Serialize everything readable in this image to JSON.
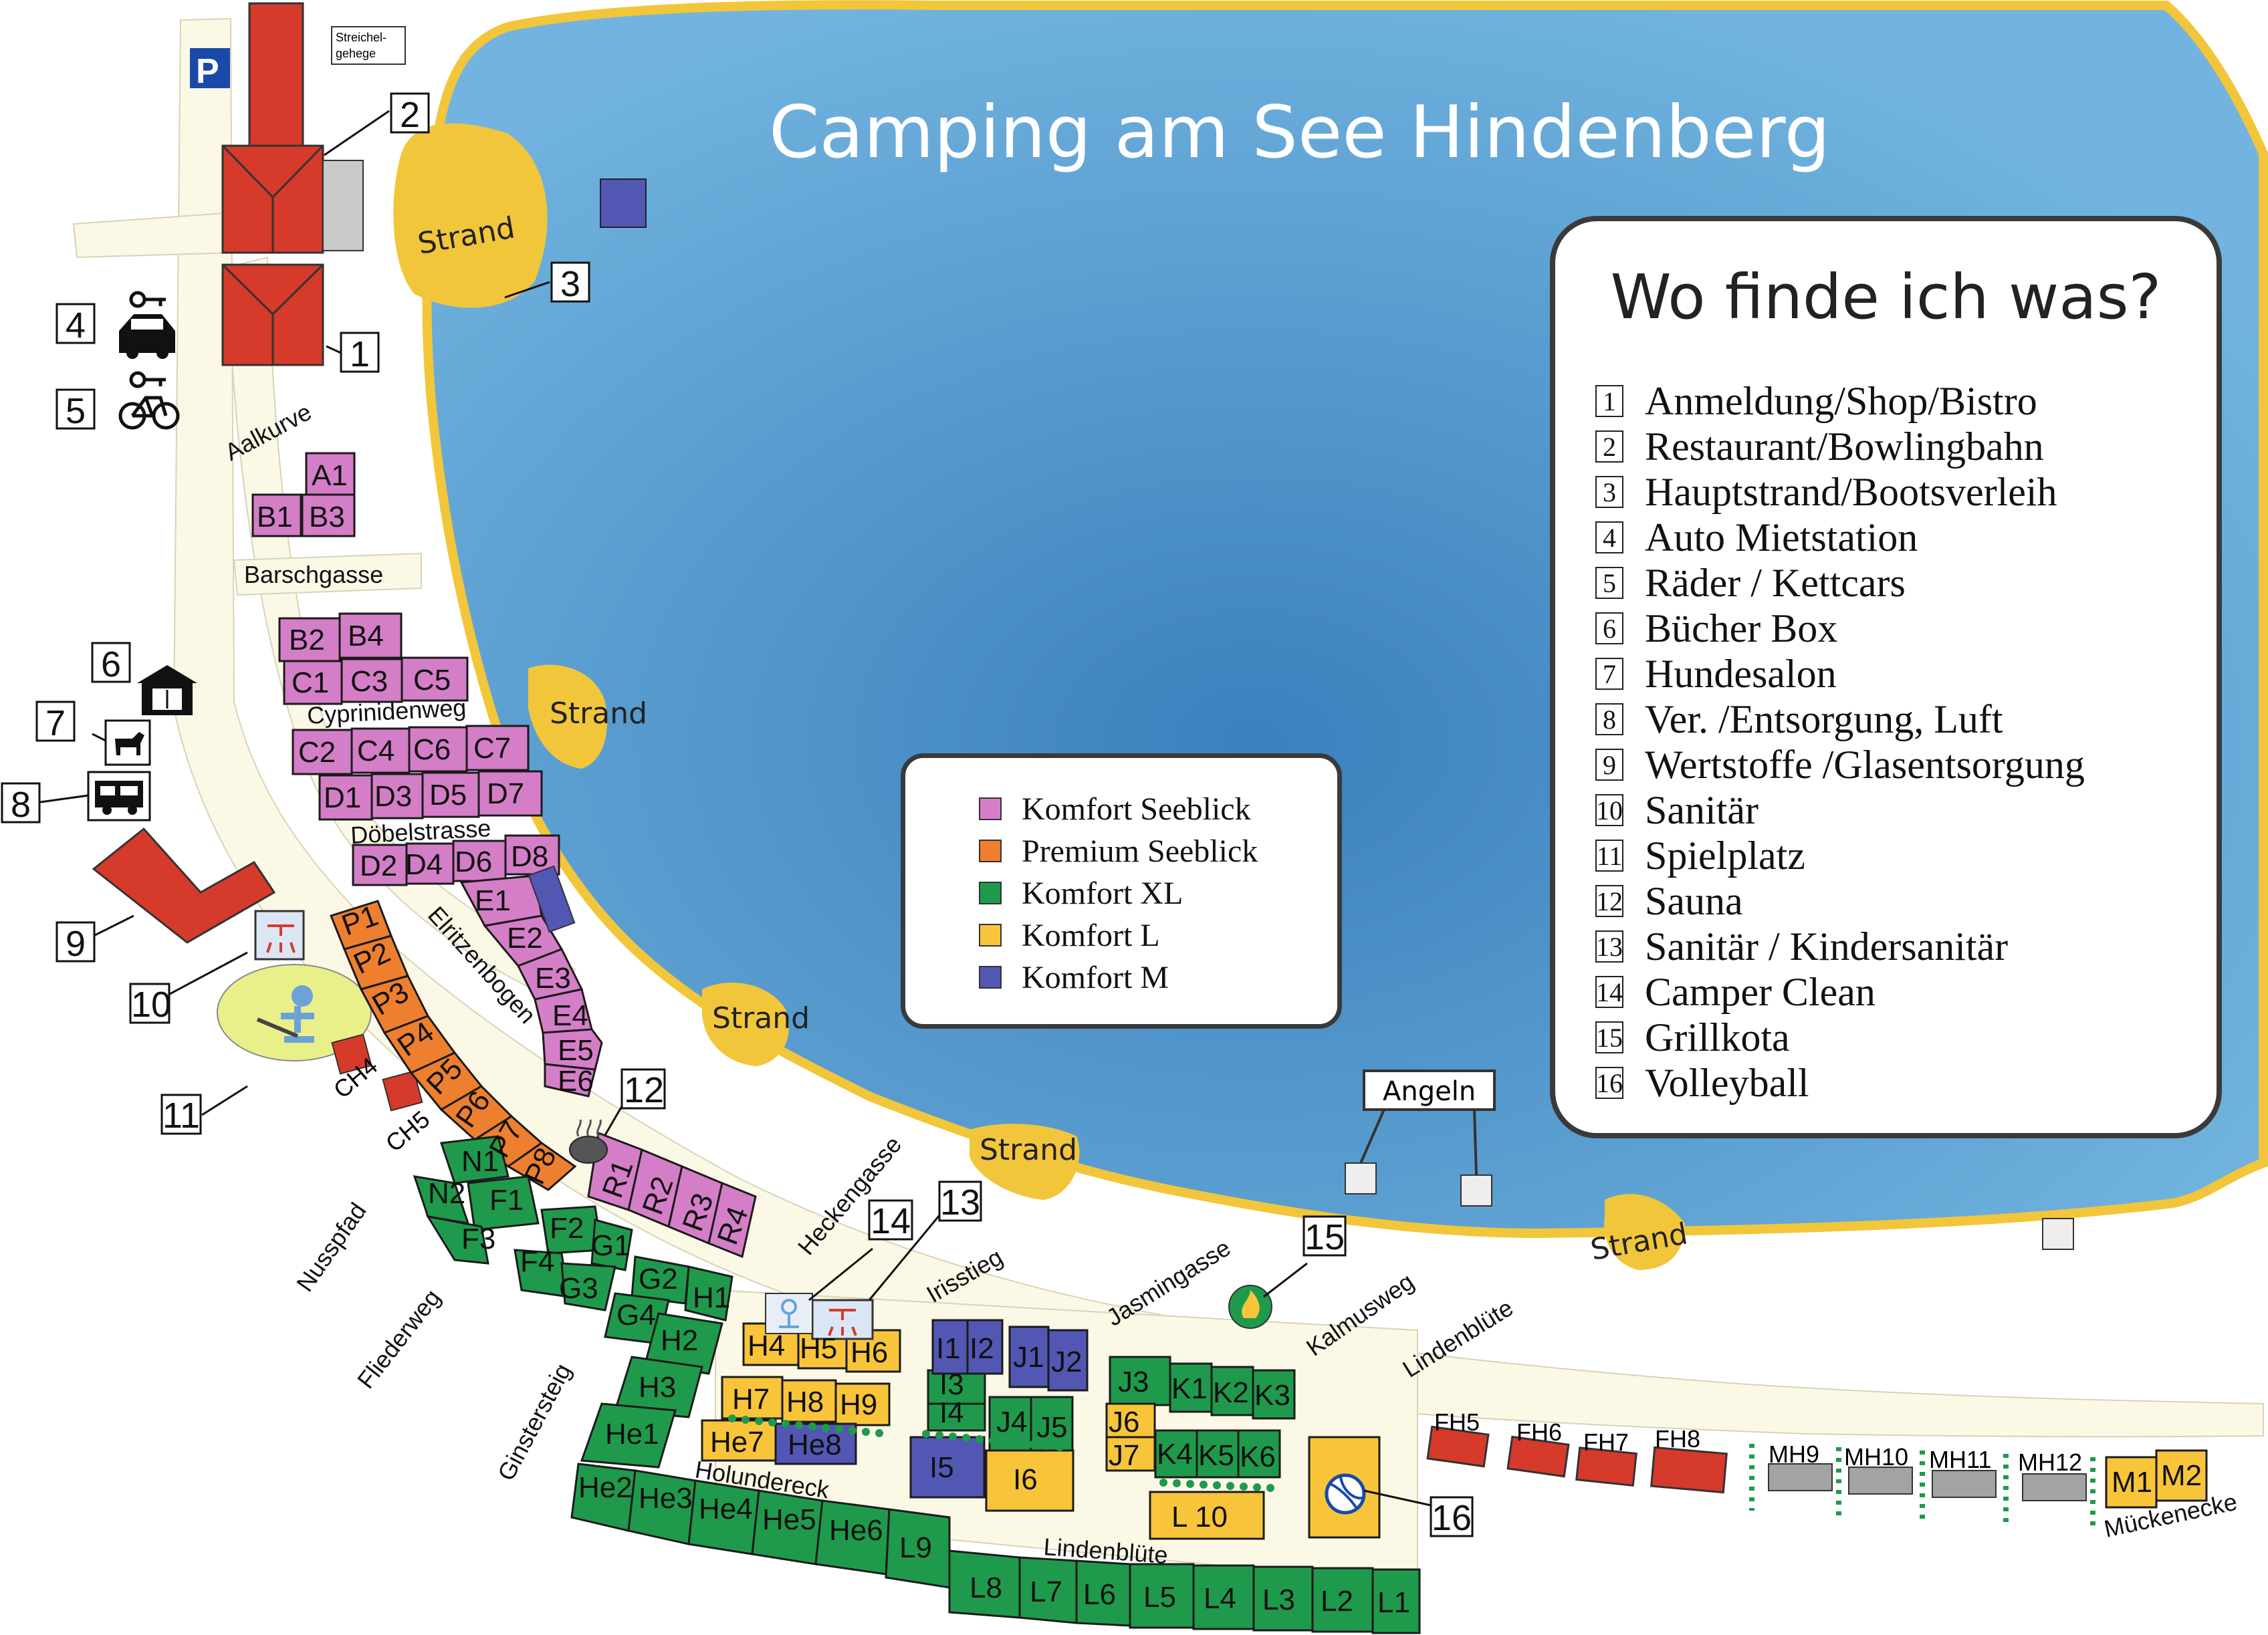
{
  "title": "Camping am See Hindenberg",
  "labels": {
    "strand": "Strand",
    "angeln": "Angeln",
    "streichelgehege_1": "Streichel-",
    "streichelgehege_2": "gehege",
    "parking": "P"
  },
  "colors": {
    "lake": "#4a95cd",
    "lake_light": "#7ab8e0",
    "shore": "#f2c63a",
    "road": "#fbf8e6",
    "komfort_seeblick": "#d57ec8",
    "premium_seeblick": "#ee7f2f",
    "komfort_xl": "#1f9a4c",
    "komfort_l": "#f8c53a",
    "komfort_m": "#5257b4",
    "building_red": "#d63a2a",
    "mh_grey": "#a3a3a3"
  },
  "legend": {
    "title": "Wo finde ich was?",
    "items": [
      {
        "num": "1",
        "text": "Anmeldung/Shop/Bistro"
      },
      {
        "num": "2",
        "text": "Restaurant/Bowlingbahn"
      },
      {
        "num": "3",
        "text": "Hauptstrand/Bootsverleih"
      },
      {
        "num": "4",
        "text": "Auto Mietstation"
      },
      {
        "num": "5",
        "text": "Räder / Kettcars"
      },
      {
        "num": "6",
        "text": "Bücher Box"
      },
      {
        "num": "7",
        "text": "Hundesalon"
      },
      {
        "num": "8",
        "text": "Ver. /Entsorgung, Luft"
      },
      {
        "num": "9",
        "text": "Wertstoffe /Glasentsorgung"
      },
      {
        "num": "10",
        "text": "Sanitär"
      },
      {
        "num": "11",
        "text": "Spielplatz"
      },
      {
        "num": "12",
        "text": "Sauna"
      },
      {
        "num": "13",
        "text": "Sanitär / Kindersanitär"
      },
      {
        "num": "14",
        "text": "Camper Clean"
      },
      {
        "num": "15",
        "text": "Grillkota"
      },
      {
        "num": "16",
        "text": "Volleyball"
      }
    ]
  },
  "categories": [
    {
      "key": "komfort_seeblick",
      "text": "Komfort Seeblick",
      "color": "#d57ec8"
    },
    {
      "key": "premium_seeblick",
      "text": "Premium Seeblick",
      "color": "#ee7f2f"
    },
    {
      "key": "komfort_xl",
      "text": "Komfort XL",
      "color": "#1f9a4c"
    },
    {
      "key": "komfort_l",
      "text": "Komfort L",
      "color": "#f8c53a"
    },
    {
      "key": "komfort_m",
      "text": "Komfort M",
      "color": "#5257b4"
    }
  ],
  "roads": {
    "aalkurve": "Aalkurve",
    "barschgasse": "Barschgasse",
    "cyprinidenweg": "Cyprinidenweg",
    "doebelstrasse": "Döbelstrasse",
    "elritzenbogen": "Elritzenbogen",
    "heckengasse": "Heckengasse",
    "irisstieg": "Irisstieg",
    "jasmingasse": "Jasmingasse",
    "kalmusweg": "Kalmusweg",
    "lindenbluete_1": "Lindenblüte",
    "lindenbluete_2": "Lindenblüte",
    "nusspfad": "Nusspfad",
    "fliederweg": "Fliederweg",
    "ginstersteig": "Ginstersteig",
    "holundereck": "Holundereck",
    "mueckenecke": "Mückenecke"
  },
  "plots": {
    "A1": "A1",
    "B1": "B1",
    "B3": "B3",
    "B2": "B2",
    "B4": "B4",
    "C1": "C1",
    "C3": "C3",
    "C5": "C5",
    "C2": "C2",
    "C4": "C4",
    "C6": "C6",
    "C7": "C7",
    "D1": "D1",
    "D3": "D3",
    "D5": "D5",
    "D7": "D7",
    "D2": "D2",
    "D4": "D4",
    "D6": "D6",
    "D8": "D8",
    "E1": "E1",
    "E2": "E2",
    "E3": "E3",
    "E4": "E4",
    "E5": "E5",
    "E6": "E6",
    "P1": "P1",
    "P2": "P2",
    "P3": "P3",
    "P4": "P4",
    "P5": "P5",
    "P6": "P6",
    "P7": "P7",
    "P8": "P8",
    "R1": "R1",
    "R2": "R2",
    "R3": "R3",
    "R4": "R4",
    "N1": "N1",
    "N2": "N2",
    "F1": "F1",
    "F3": "F3",
    "F2": "F2",
    "F4": "F4",
    "G1": "G1",
    "G3": "G3",
    "G2": "G2",
    "G4": "G4",
    "H1": "H1",
    "H2": "H2",
    "H3": "H3",
    "He1": "He1",
    "He2": "He2",
    "He3": "He3",
    "He4": "He4",
    "He5": "He5",
    "He6": "He6",
    "H4": "H4",
    "H5": "H5",
    "H6": "H6",
    "H7": "H7",
    "H8": "H8",
    "H9": "H9",
    "He7": "He7",
    "He8": "He8",
    "I1": "I1",
    "I2": "I2",
    "I3": "I3",
    "I4": "I4",
    "I5": "I5",
    "I6": "I6",
    "J1": "J1",
    "J2": "J2",
    "J4": "J4",
    "J5": "J5",
    "J3": "J3",
    "J6": "J6",
    "J7": "J7",
    "K1": "K1",
    "K2": "K2",
    "K3": "K3",
    "K4": "K4",
    "K5": "K5",
    "K6": "K6",
    "L1": "L1",
    "L2": "L2",
    "L3": "L3",
    "L4": "L4",
    "L5": "L5",
    "L6": "L6",
    "L7": "L7",
    "L8": "L8",
    "L9": "L9",
    "L10": "L 10",
    "CH4": "CH4",
    "CH5": "CH5",
    "FH5": "FH5",
    "FH6": "FH6",
    "FH7": "FH7",
    "FH8": "FH8",
    "MH9": "MH9",
    "MH10": "MH10",
    "MH11": "MH11",
    "MH12": "MH12",
    "M1": "M1",
    "M2": "M2"
  },
  "markers": [
    "1",
    "2",
    "3",
    "4",
    "5",
    "6",
    "7",
    "8",
    "9",
    "10",
    "11",
    "12",
    "13",
    "14",
    "15",
    "16"
  ],
  "icons": {
    "car_key": "car-key-icon",
    "bike_key": "bike-key-icon",
    "book": "book-box-icon",
    "dog": "dog-icon",
    "camper": "camper-service-icon",
    "shower": "shower-icon",
    "playground": "playground-icon",
    "sauna": "sauna-icon",
    "grill": "grill-fire-icon",
    "volleyball": "volleyball-icon",
    "camper_clean": "camper-clean-icon"
  }
}
